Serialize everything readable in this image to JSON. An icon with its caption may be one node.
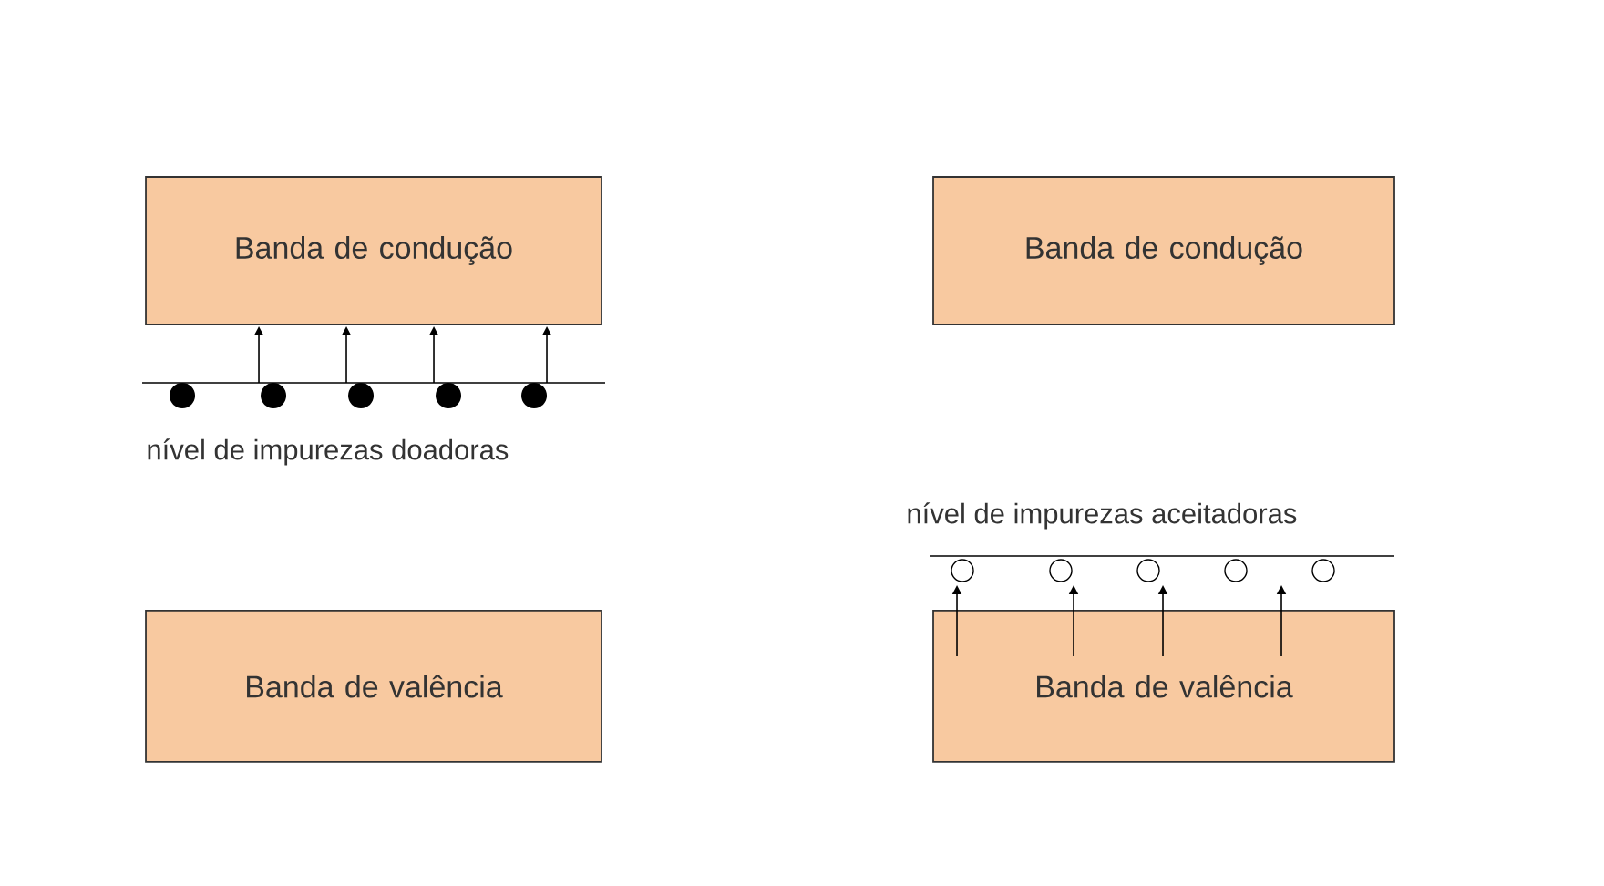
{
  "diagram": {
    "nodes": [
      {
        "text": [
          "Banda de condução"
        ]
      },
      {
        "text": [
          "Banda de valência"
        ]
      },
      {
        "text": [
          "Banda de condução"
        ]
      },
      {
        "text": [
          "Banda de valência"
        ]
      }
    ],
    "labels": [
      "nível de impurezas doadoras",
      "nível de impurezas aceitadoras"
    ]
  }
}
